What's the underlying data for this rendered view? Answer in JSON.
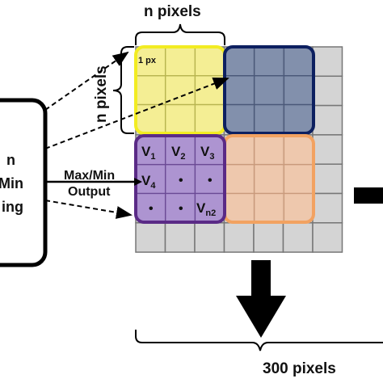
{
  "labels": {
    "top_n_pixels": "n pixels",
    "side_n_pixels": "n pixels",
    "one_px": "1 px",
    "max_min_output_line1": "Max/Min",
    "max_min_output_line2": "Output",
    "bottom_pixels": "300 pixels"
  },
  "left_box": {
    "line1": "n",
    "line2": "Min",
    "line3": "ing"
  },
  "grid": {
    "rows": 7,
    "cols": 7
  },
  "pooling_cells": {
    "row1": [
      "V1",
      "V2",
      "V3"
    ],
    "row2": [
      "V4",
      "•",
      "•"
    ],
    "row3": [
      "•",
      "•",
      "Vn2"
    ]
  },
  "colors": {
    "grid_fill": "#d4d4d4",
    "grid_line": "#777777",
    "yellow_fill": "#f6f08e",
    "yellow_stroke": "#f2ec22",
    "blue_fill": "#7b8aa8",
    "blue_stroke": "#0d2060",
    "orange_fill": "#f1c6a8",
    "orange_stroke": "#f2a261",
    "purple_fill": "#a98ed0",
    "purple_stroke": "#5a2a86",
    "black": "#000000"
  }
}
